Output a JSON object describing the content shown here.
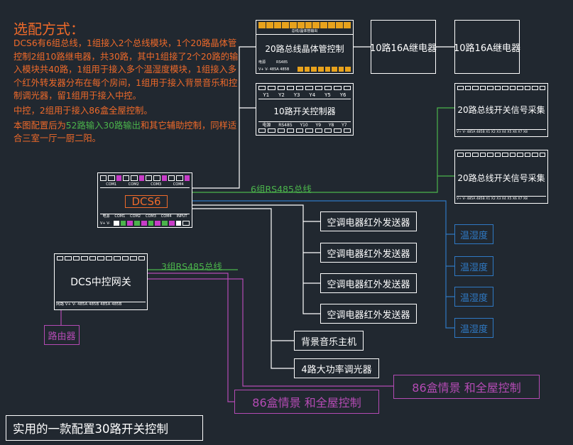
{
  "intro": {
    "heading": "选配方式：",
    "para1": "DCS6有6组总线，1组接入2个总线模块，1个20路晶体管控制2组10路继电器，共30路，其中1组接了2个20路的输入模块共40路，1组用于接入多个温湿度模块，1组接入多个红外转发器分布在每个房间，1组用于接入背景音乐和控制调光器，留1组用于接入中控。",
    "para2": "中控，2组用于接入86盒全屋控制。",
    "para3_a": "本图配置后为",
    "para3_b": "52路输入30路输出",
    "para3_c": "和其它辅助控制，同样适合三室一厅一厨二阳。"
  },
  "modules": {
    "transistor": {
      "label": "20路总线晶体管控制",
      "top_text": "总线/晶体管输出",
      "bottom_left": "电源",
      "bottom_mid": "RS485",
      "pins": "V+ V- 485A 485B"
    },
    "relay1": {
      "label": "10路16A继电器"
    },
    "relay2": {
      "label": "10路16A继电器"
    },
    "switch10": {
      "label": "10路开关控制器",
      "top_ports": [
        "Y1",
        "Y2",
        "Y3",
        "Y4",
        "Y5",
        "Y6"
      ],
      "bottom_ports": [
        "电源",
        "RS485",
        "Y10",
        "Y9",
        "Y8",
        "Y7"
      ]
    },
    "input1": {
      "label": "20路总线开关信号采集",
      "pins": "V+ V- 485A 485B X1 X2 X3 X4 X5 X6 X7 X8"
    },
    "input2": {
      "label": "20路总线开关信号采集",
      "pins": "V+ V- 485A 485B X1 X2 X3 X4 X5 X6 X7 X8"
    },
    "dcs6": {
      "label": "DCS6",
      "com_top": [
        "COM1",
        "COM2",
        "COM3",
        "COM4"
      ],
      "com_bottom": [
        "电源",
        "COM1",
        "COM2",
        "COM3",
        "COM4",
        "INPUT"
      ],
      "pins": "V+ V-"
    },
    "gateway": {
      "label": "DCS中控网关",
      "ports": "网路 V+ V- 485A 485B 485A 485B"
    },
    "ir": [
      "空调电器红外发送器",
      "空调电器红外发送器",
      "空调电器红外发送器",
      "空调电器红外发送器"
    ],
    "humidity": [
      "温湿度",
      "温湿度",
      "温湿度",
      "温湿度"
    ],
    "music": {
      "label": "背景音乐主机"
    },
    "dimmer": {
      "label": "4路大功率调光器"
    },
    "router": {
      "label": "路由器"
    },
    "scene1": {
      "label": "86盒情景  和全屋控制"
    },
    "scene2": {
      "label": "86盒情景  和全屋控制"
    }
  },
  "bus_labels": {
    "bus6": "6组RS485总线",
    "bus3": "3组RS485总线"
  },
  "bottom_title": "实用的一款配置30路开关控制",
  "colors": {
    "bg": "#212830",
    "orange": "#ef6a2a",
    "green": "#4bb44b",
    "blue": "#2f79c4",
    "magenta": "#b44bb4"
  }
}
